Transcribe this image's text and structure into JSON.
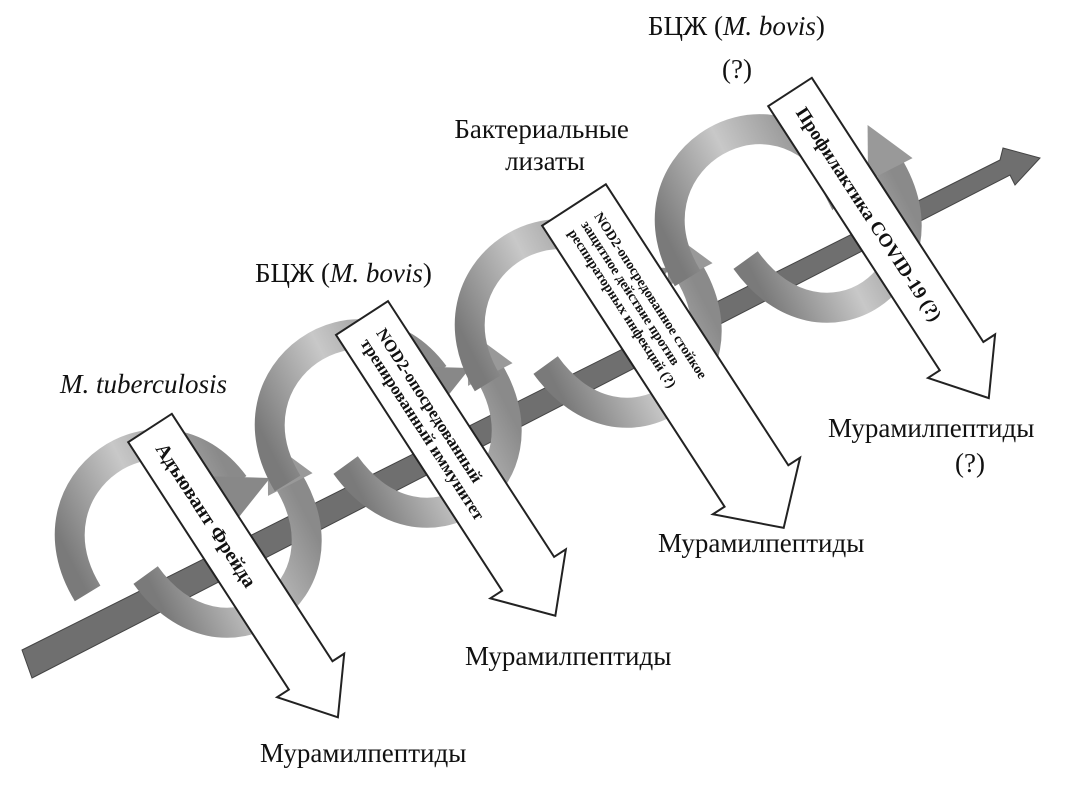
{
  "axis": {
    "label": "timeline-axis"
  },
  "stages": [
    {
      "source": "M. tuberculosis",
      "arrow_lines": [
        "Адъювант Фрейда"
      ],
      "agent": "Мурамилпептиды"
    },
    {
      "source_plain": "БЦЖ (",
      "source_italic": "M. bovis",
      "source_end": ")",
      "arrow_lines": [
        "NOD2-опосредованный",
        "тренированный иммунитет"
      ],
      "agent": "Мурамилпептиды"
    },
    {
      "source_lines": [
        "Бактериальные",
        "лизаты"
      ],
      "arrow_lines": [
        "NOD2-опосредованное стойкое",
        "защитное действие против",
        "респираторных инфекций (?)"
      ],
      "agent": "Мурамилпептиды"
    },
    {
      "source_plain": "БЦЖ (",
      "source_italic": "M. bovis",
      "source_end": ")",
      "source_q": "(?)",
      "arrow_lines": [
        "Профилактика COVID-19 (?)"
      ],
      "agent": "Мурамилпептиды",
      "agent_q": "(?)"
    }
  ],
  "colors": {
    "axis": "#6f6f6f",
    "loop": "#9a9a9a",
    "arrow_fill": "#ffffff",
    "text": "#111111"
  }
}
